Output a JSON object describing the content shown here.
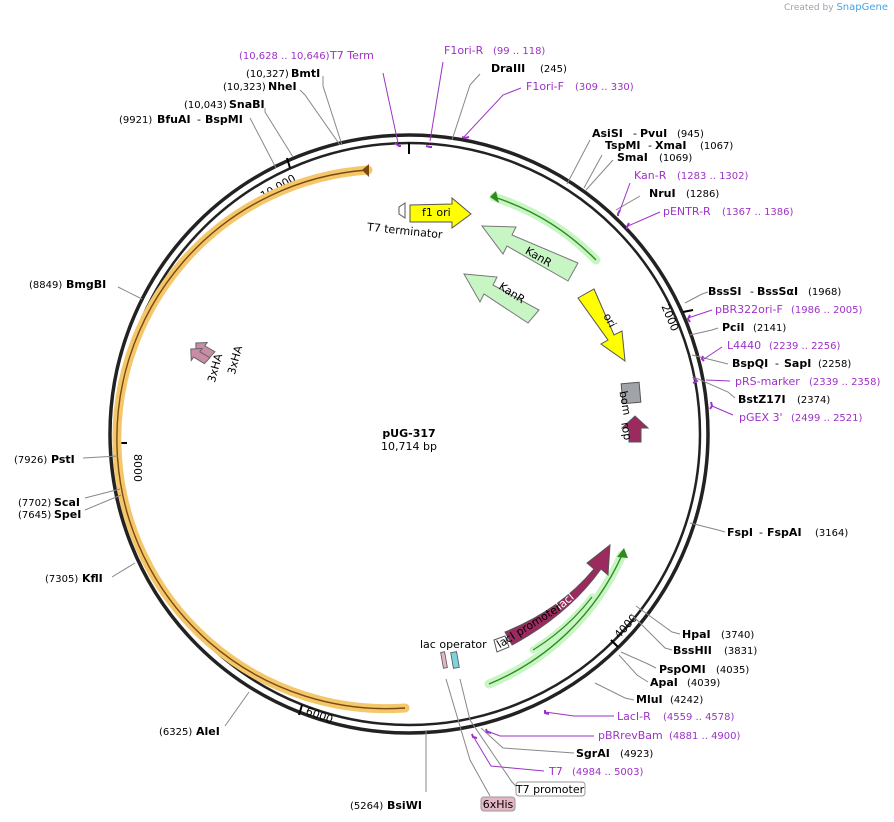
{
  "credit": {
    "prefix": "Created by",
    "brand": "SnapGene"
  },
  "plasmid": {
    "name": "pUG-317",
    "size": "10,714 bp",
    "length": 10714
  },
  "ticks": [
    "2000",
    "4000",
    "6000",
    "8000",
    "10,000"
  ],
  "enzymes": [
    {
      "pos": "(10,327)",
      "name": "BmtI"
    },
    {
      "pos": "(10,323)",
      "name": "NheI"
    },
    {
      "pos": "(10,043)",
      "name": "SnaBI"
    },
    {
      "pos": "(9921)",
      "name": "BfuAI",
      "name2": "BspMI"
    },
    {
      "pos": "(245)",
      "name": "DraIII"
    },
    {
      "pos": "(945)",
      "name": "AsiSI",
      "name2": "PvuI"
    },
    {
      "pos": "(1067)",
      "name": "TspMI",
      "name2": "XmaI"
    },
    {
      "pos": "(1069)",
      "name": "SmaI"
    },
    {
      "pos": "(1286)",
      "name": "NruI"
    },
    {
      "pos": "(1968)",
      "name": "BssSI",
      "name2": "BssSαI"
    },
    {
      "pos": "(2141)",
      "name": "PciI"
    },
    {
      "pos": "(2258)",
      "name": "BspQI",
      "name2": "SapI"
    },
    {
      "pos": "(2374)",
      "name": "BstZ17I"
    },
    {
      "pos": "(3164)",
      "name": "FspI",
      "name2": "FspAI"
    },
    {
      "pos": "(3740)",
      "name": "HpaI"
    },
    {
      "pos": "(3831)",
      "name": "BssHII"
    },
    {
      "pos": "(4035)",
      "name": "PspOMI"
    },
    {
      "pos": "(4039)",
      "name": "ApaI"
    },
    {
      "pos": "(4242)",
      "name": "MluI"
    },
    {
      "pos": "(4923)",
      "name": "SgrAI"
    },
    {
      "pos": "(5264)",
      "name": "BsiWI"
    },
    {
      "pos": "(6325)",
      "name": "AleI"
    },
    {
      "pos": "(7305)",
      "name": "KflI"
    },
    {
      "pos": "(7645)",
      "name": "SpeI"
    },
    {
      "pos": "(7702)",
      "name": "ScaI"
    },
    {
      "pos": "(7926)",
      "name": "PstI"
    },
    {
      "pos": "(8849)",
      "name": "BmgBI"
    }
  ],
  "primers": [
    {
      "pos": "(10,628 .. 10,646)",
      "name": "T7 Term"
    },
    {
      "pos": "(99 .. 118)",
      "name": "F1ori-R"
    },
    {
      "pos": "(309 .. 330)",
      "name": "F1ori-F"
    },
    {
      "pos": "(1283 .. 1302)",
      "name": "Kan-R"
    },
    {
      "pos": "(1367 .. 1386)",
      "name": "pENTR-R"
    },
    {
      "pos": "(1986 .. 2005)",
      "name": "pBR322ori-F"
    },
    {
      "pos": "(2239 .. 2256)",
      "name": "L4440"
    },
    {
      "pos": "(2339 .. 2358)",
      "name": "pRS-marker"
    },
    {
      "pos": "(2499 .. 2521)",
      "name": "pGEX 3'"
    },
    {
      "pos": "(4559 .. 4578)",
      "name": "LacI-R"
    },
    {
      "pos": "(4881 .. 4900)",
      "name": "pBRrevBam"
    },
    {
      "pos": "(4984 .. 5003)",
      "name": "T7"
    }
  ],
  "features": {
    "t7_terminator": "T7 terminator",
    "f1_ori": "f1 ori",
    "kanr1": "KanR",
    "kanr2": "KanR",
    "ori": "ori",
    "bom": "bom",
    "rop": "rop",
    "laci": "lacI",
    "laci_promoter": "lacI promoter",
    "lac_operator": "lac operator",
    "hxha1": "3xHA",
    "hxha2": "3xHA",
    "six_his": "6xHis",
    "t7_promoter": "T7 promoter"
  },
  "colors": {
    "backbone": "#222222",
    "yellow_feature": "#ffff00",
    "kanr": "#c8f5c4",
    "green_arc": "#2e8b1e",
    "orange_arc": "#f5c76b",
    "protein": "#9b2a5e",
    "primer": "#9d32c6",
    "bom": "#a0a4a8",
    "hxha": "#c98ca4",
    "six_his_box": "#e7b6c5"
  }
}
